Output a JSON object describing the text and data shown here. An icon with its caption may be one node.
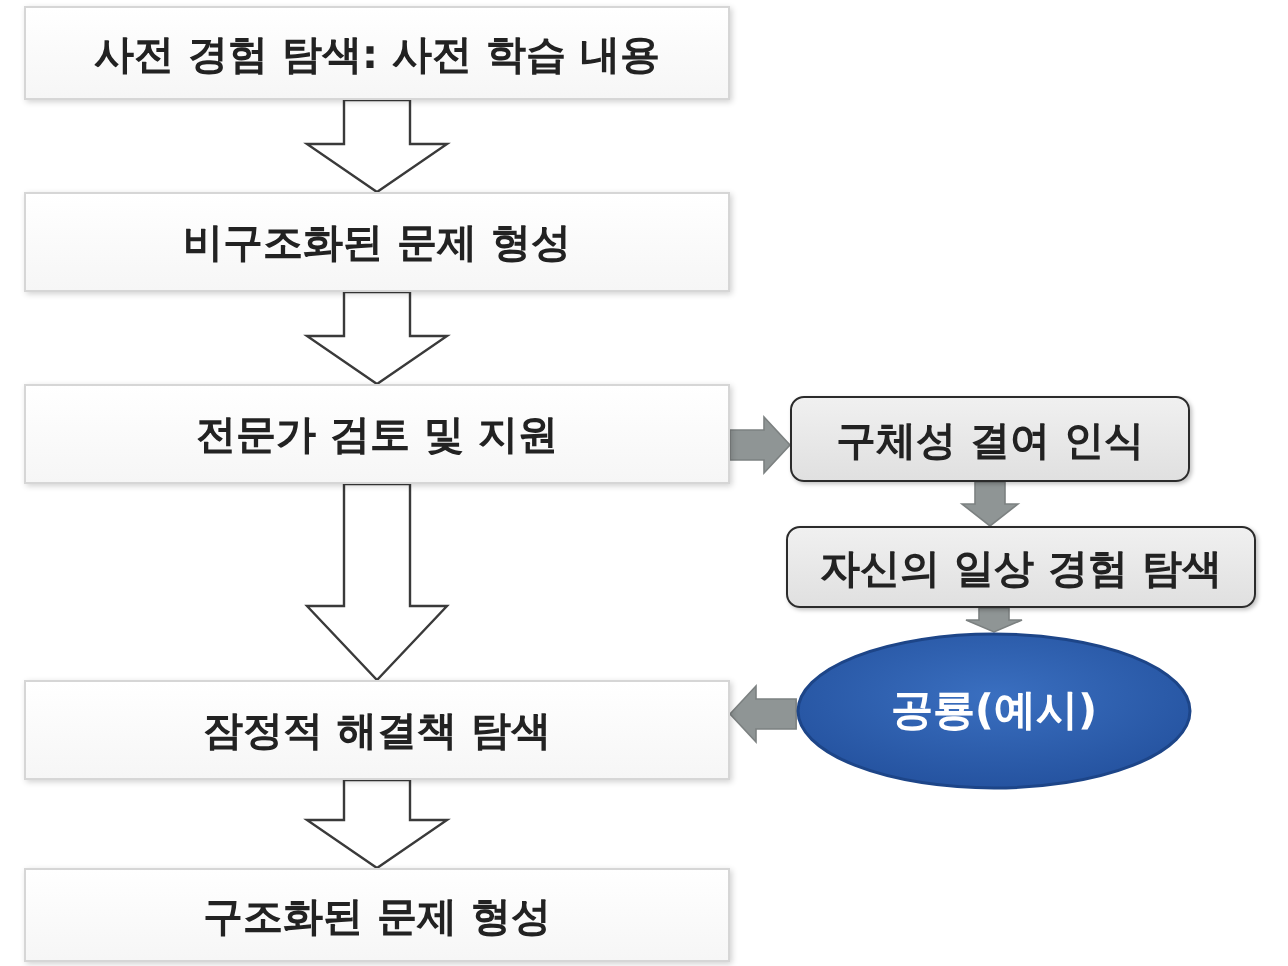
{
  "diagram": {
    "nodes": [
      {
        "text": [
          "사전 경험 탐색: 사전 학습 내용"
        ]
      },
      {
        "text": [
          "비구조화된 문제 형성"
        ]
      },
      {
        "text": [
          "전문가 검토 및 지원"
        ]
      },
      {
        "text": [
          "잠정적 해결책 탐색"
        ]
      },
      {
        "text": [
          "구조화된 문제 형성"
        ]
      },
      {
        "text": [
          "구체성 결여 인식"
        ]
      },
      {
        "text": [
          "자신의 일상 경험 탐색"
        ]
      },
      {
        "text": [
          "공룡(예시)"
        ]
      }
    ],
    "edges": [
      {
        "from": 0,
        "to": 1,
        "arrow": "to"
      },
      {
        "from": 1,
        "to": 2,
        "arrow": "to"
      },
      {
        "from": 2,
        "to": 3,
        "arrow": "to"
      },
      {
        "from": 3,
        "to": 4,
        "arrow": "to"
      },
      {
        "from": 2,
        "to": 5,
        "arrow": "to",
        "color": "#8f9595"
      },
      {
        "from": 5,
        "to": 6,
        "arrow": "to",
        "color": "#8f9595"
      },
      {
        "from": 6,
        "to": 7,
        "arrow": "to",
        "color": "#8f9595"
      },
      {
        "from": 7,
        "to": 3,
        "arrow": "to",
        "color": "#8f9595"
      }
    ]
  }
}
